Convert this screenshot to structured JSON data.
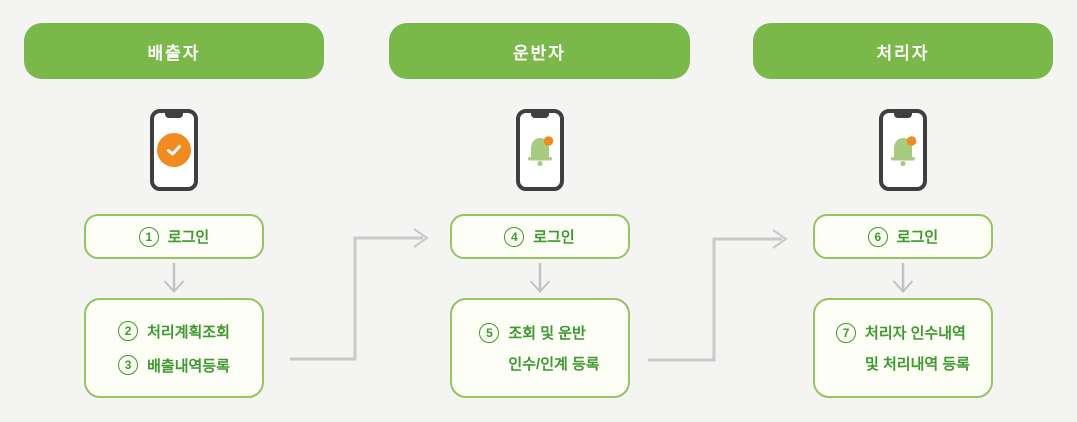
{
  "diagram_title": "waste-handling mobile app workflow",
  "colors": {
    "background": "#f4f5f2",
    "header_green": "#7ab84a",
    "box_border_green": "#93c562",
    "box_background": "#fdfef5",
    "text_green": "#3e9a2f",
    "arrow_gray": "#c7cac9",
    "phone_body_dark": "#3f3f3f",
    "badge_orange": "#f18a1f",
    "bell_green": "#a8cc7f"
  },
  "columns": [
    {
      "header": "배출자",
      "phone_icon": "check-circle-icon",
      "login": {
        "num": "1",
        "label": "로그인"
      },
      "tasks": [
        {
          "num": "2",
          "label": "처리계획조회"
        },
        {
          "num": "3",
          "label": "배출내역등록"
        }
      ]
    },
    {
      "header": "운반자",
      "phone_icon": "bell-notification-icon",
      "login": {
        "num": "4",
        "label": "로그인"
      },
      "tasks": [
        {
          "num": "5",
          "label": "조회 및 운반",
          "label2": "인수/인계 등록"
        }
      ]
    },
    {
      "header": "처리자",
      "phone_icon": "bell-notification-icon",
      "login": {
        "num": "6",
        "label": "로그인"
      },
      "tasks": [
        {
          "num": "7",
          "label": "처리자 인수내역",
          "label2": "및 처리내역 등록"
        }
      ]
    }
  ]
}
